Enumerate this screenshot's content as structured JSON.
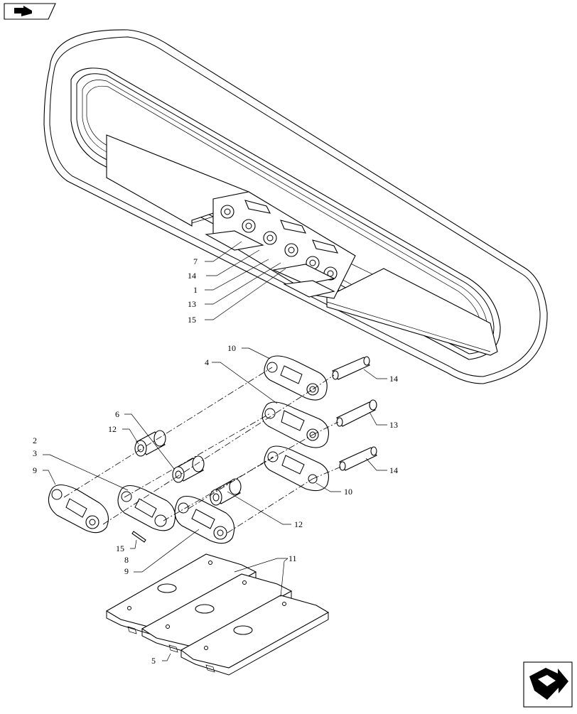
{
  "header": {
    "nav_icon": "nav-arrow-icon"
  },
  "footer": {
    "nav_icon": "next-page-arrow-icon"
  },
  "callouts": {
    "c7": "7",
    "c14a": "14",
    "c1": "1",
    "c13a": "13",
    "c15a": "15",
    "c10a": "10",
    "c4": "4",
    "c14b": "14",
    "c13b": "13",
    "c6": "6",
    "c12a": "12",
    "c14c": "14",
    "c2": "2",
    "c3": "3",
    "c9a": "9",
    "c10b": "10",
    "c12b": "12",
    "c15b": "15",
    "c8": "8",
    "c9b": "9",
    "c11": "11",
    "c5": "5"
  }
}
